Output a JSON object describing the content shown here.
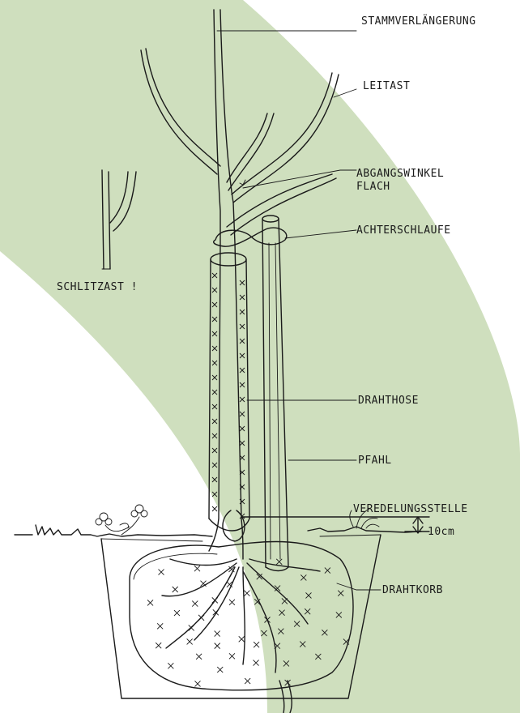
{
  "colors": {
    "band": "#cfdfbe",
    "ink": "#1a1a1a",
    "background": "#ffffff"
  },
  "labels": {
    "stammverlaengerung": "STAMMVERLÄNGERUNG",
    "leitast": "LEITAST",
    "abgangswinkel_1": "ABGANGSWINKEL",
    "abgangswinkel_2": "FLACH",
    "achterschlaufe": "ACHTERSCHLAUFE",
    "schlitzast": "SCHLITZAST !",
    "drahthose": "DRAHTHOSE",
    "pfahl": "PFAHL",
    "veredelungsstelle": "VEREDELUNGSSTELLE",
    "abstand": "10cm",
    "drahtkorb": "DRAHTKORB"
  }
}
